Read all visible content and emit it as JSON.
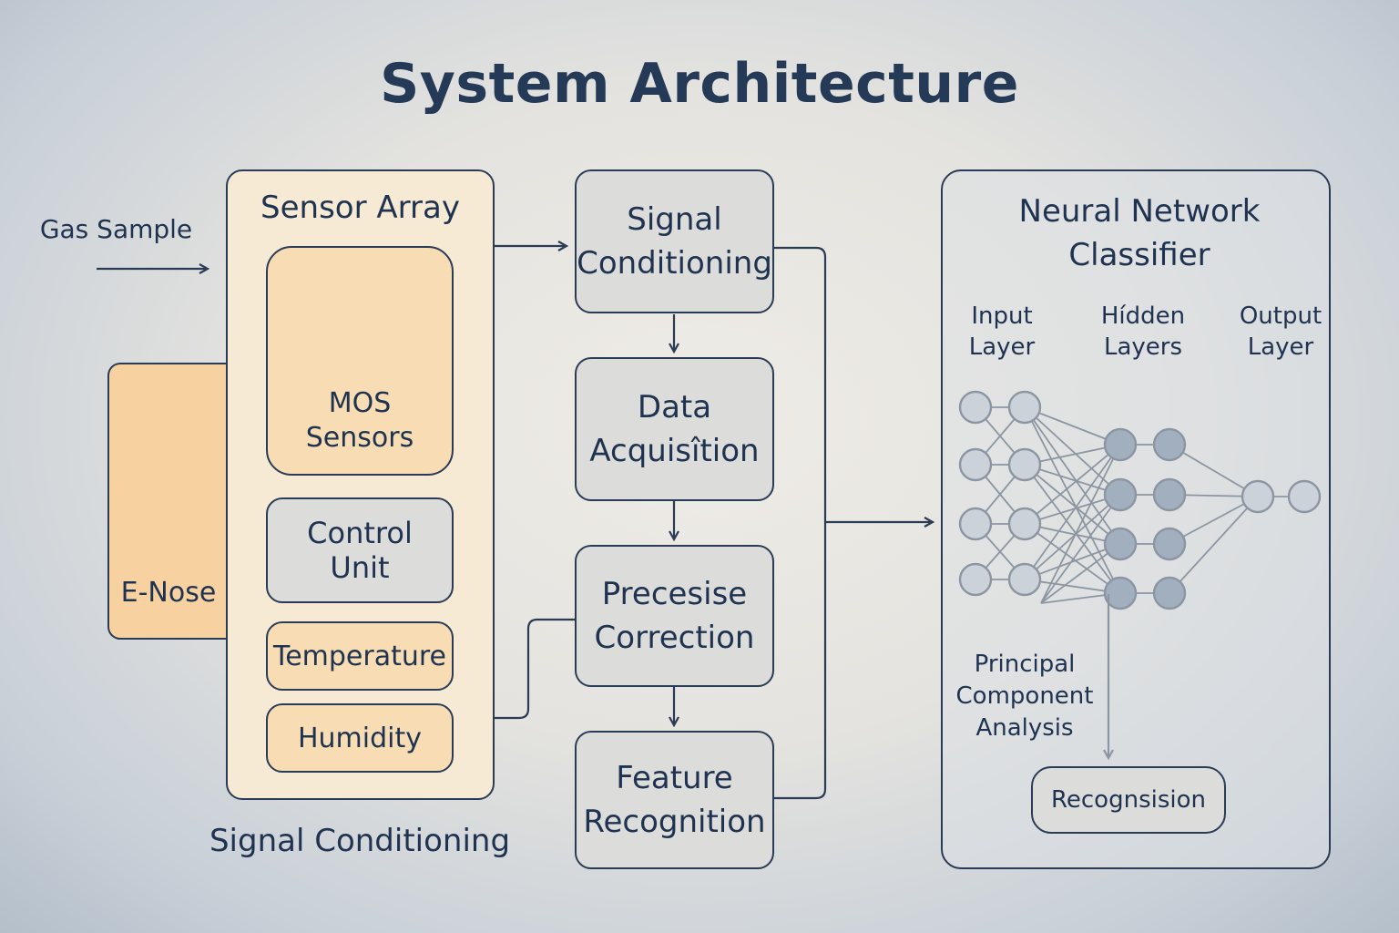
{
  "title": "System Architecture",
  "input_label": "Gas Sample",
  "enose": {
    "label": "E-Nose",
    "icon": "nose-icon",
    "color": "#f7d2a0"
  },
  "sensor_array": {
    "title": "Sensor Array",
    "mos_line1": "MOS",
    "mos_line2": "Sensors",
    "control_line1": "Control",
    "control_line2": "Unit",
    "temperature": "Temperature",
    "humidity": "Humidity",
    "caption": "Signal Conditioning"
  },
  "pipeline": {
    "signal_line1": "Signal",
    "signal_line2": "Conditioning",
    "acq_line1": "Data",
    "acq_line2": "Acquisîtion",
    "corr_line1": "Precesise",
    "corr_line2": "Correction",
    "feat_line1": "Feature",
    "feat_line2": "Recognition"
  },
  "classifier": {
    "title_line1": "Neural Network",
    "title_line2": "Classifier",
    "input_line1": "Input",
    "input_line2": "Layer",
    "hidden_line1": "Hídden",
    "hidden_line2": "Layers",
    "output_line1": "Output",
    "output_line2": "Layer",
    "pca_line1": "Principal",
    "pca_line2": "Component",
    "pca_line3": "Analysis",
    "result": "Recognsision"
  },
  "colors": {
    "line": "#2a3c55",
    "box_gray": "#dcdcdb",
    "box_orange": "#f7d2a0",
    "node_light": "#b9c2cc",
    "node_dark": "#5c7490"
  }
}
